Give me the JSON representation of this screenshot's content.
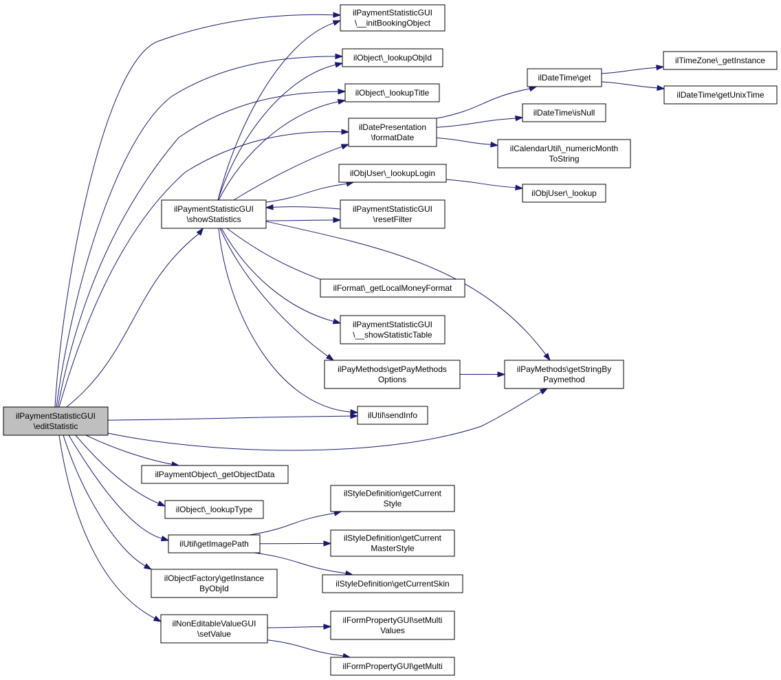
{
  "graph": {
    "nodes": [
      {
        "id": "editStatistic",
        "lines": [
          "ilPaymentStatisticGUI",
          "\\editStatistic"
        ],
        "root": true
      },
      {
        "id": "showStatistics",
        "lines": [
          "ilPaymentStatisticGUI",
          "\\showStatistics"
        ]
      },
      {
        "id": "initBookingObject",
        "lines": [
          "ilPaymentStatisticGUI",
          "\\__initBookingObject"
        ]
      },
      {
        "id": "lookupObjId",
        "lines": [
          "ilObject\\_lookupObjId"
        ]
      },
      {
        "id": "lookupTitle",
        "lines": [
          "ilObject\\_lookupTitle"
        ]
      },
      {
        "id": "formatDate",
        "lines": [
          "ilDatePresentation",
          "\\formatDate"
        ]
      },
      {
        "id": "lookupLogin",
        "lines": [
          "ilObjUser\\_lookupLogin"
        ]
      },
      {
        "id": "resetFilter",
        "lines": [
          "ilPaymentStatisticGUI",
          "\\resetFilter"
        ]
      },
      {
        "id": "getLocalMoneyFormat",
        "lines": [
          "ilFormat\\_getLocalMoneyFormat"
        ]
      },
      {
        "id": "showStatisticTable",
        "lines": [
          "ilPaymentStatisticGUI",
          "\\__showStatisticTable"
        ]
      },
      {
        "id": "getPayMethodsOptions",
        "lines": [
          "ilPayMethods\\getPayMethods",
          "Options"
        ]
      },
      {
        "id": "getStringByPaymethod",
        "lines": [
          "ilPayMethods\\getStringBy",
          "Paymethod"
        ]
      },
      {
        "id": "sendInfo",
        "lines": [
          "ilUtil\\sendInfo"
        ]
      },
      {
        "id": "dtGet",
        "lines": [
          "ilDateTime\\get"
        ]
      },
      {
        "id": "tzGetInstance",
        "lines": [
          "ilTimeZone\\_getInstance"
        ]
      },
      {
        "id": "getUnixTime",
        "lines": [
          "ilDateTime\\getUnixTime"
        ]
      },
      {
        "id": "isNull",
        "lines": [
          "ilDateTime\\isNull"
        ]
      },
      {
        "id": "numericMonth",
        "lines": [
          "ilCalendarUtil\\_numericMonth",
          "ToString"
        ]
      },
      {
        "id": "userLookup",
        "lines": [
          "ilObjUser\\_lookup"
        ]
      },
      {
        "id": "getObjectData",
        "lines": [
          "ilPaymentObject\\_getObjectData"
        ]
      },
      {
        "id": "lookupType",
        "lines": [
          "ilObject\\_lookupType"
        ]
      },
      {
        "id": "getImagePath",
        "lines": [
          "ilUtil\\getImagePath"
        ]
      },
      {
        "id": "getInstanceByObjId",
        "lines": [
          "ilObjectFactory\\getInstance",
          "ByObjId"
        ]
      },
      {
        "id": "setValue",
        "lines": [
          "ilNonEditableValueGUI",
          "\\setValue"
        ]
      },
      {
        "id": "getCurrentStyle",
        "lines": [
          "ilStyleDefinition\\getCurrent",
          "Style"
        ]
      },
      {
        "id": "getCurrentMasterStyle",
        "lines": [
          "ilStyleDefinition\\getCurrent",
          "MasterStyle"
        ]
      },
      {
        "id": "getCurrentSkin",
        "lines": [
          "ilStyleDefinition\\getCurrentSkin"
        ]
      },
      {
        "id": "setMultiValues",
        "lines": [
          "ilFormPropertyGUI\\setMulti",
          "Values"
        ]
      },
      {
        "id": "getMulti",
        "lines": [
          "ilFormPropertyGUI\\getMulti"
        ]
      }
    ],
    "edges": [
      [
        "editStatistic",
        "showStatistics"
      ],
      [
        "editStatistic",
        "initBookingObject"
      ],
      [
        "editStatistic",
        "lookupObjId"
      ],
      [
        "editStatistic",
        "lookupTitle"
      ],
      [
        "editStatistic",
        "formatDate"
      ],
      [
        "editStatistic",
        "sendInfo"
      ],
      [
        "editStatistic",
        "getStringByPaymethod"
      ],
      [
        "editStatistic",
        "getObjectData"
      ],
      [
        "editStatistic",
        "lookupType"
      ],
      [
        "editStatistic",
        "getImagePath"
      ],
      [
        "editStatistic",
        "getInstanceByObjId"
      ],
      [
        "editStatistic",
        "setValue"
      ],
      [
        "showStatistics",
        "initBookingObject"
      ],
      [
        "showStatistics",
        "lookupObjId"
      ],
      [
        "showStatistics",
        "lookupTitle"
      ],
      [
        "showStatistics",
        "formatDate"
      ],
      [
        "showStatistics",
        "lookupLogin"
      ],
      [
        "showStatistics",
        "resetFilter"
      ],
      [
        "resetFilter",
        "showStatistics"
      ],
      [
        "showStatistics",
        "getStringByPaymethod"
      ],
      [
        "showStatistics",
        "getLocalMoneyFormat"
      ],
      [
        "showStatistics",
        "showStatisticTable"
      ],
      [
        "showStatistics",
        "getPayMethodsOptions"
      ],
      [
        "showStatistics",
        "sendInfo"
      ],
      [
        "formatDate",
        "dtGet"
      ],
      [
        "formatDate",
        "isNull"
      ],
      [
        "formatDate",
        "numericMonth"
      ],
      [
        "dtGet",
        "tzGetInstance"
      ],
      [
        "dtGet",
        "getUnixTime"
      ],
      [
        "lookupLogin",
        "userLookup"
      ],
      [
        "getPayMethodsOptions",
        "getStringByPaymethod"
      ],
      [
        "getImagePath",
        "getCurrentStyle"
      ],
      [
        "getImagePath",
        "getCurrentMasterStyle"
      ],
      [
        "getImagePath",
        "getCurrentSkin"
      ],
      [
        "setValue",
        "setMultiValues"
      ],
      [
        "setValue",
        "getMulti"
      ]
    ]
  }
}
